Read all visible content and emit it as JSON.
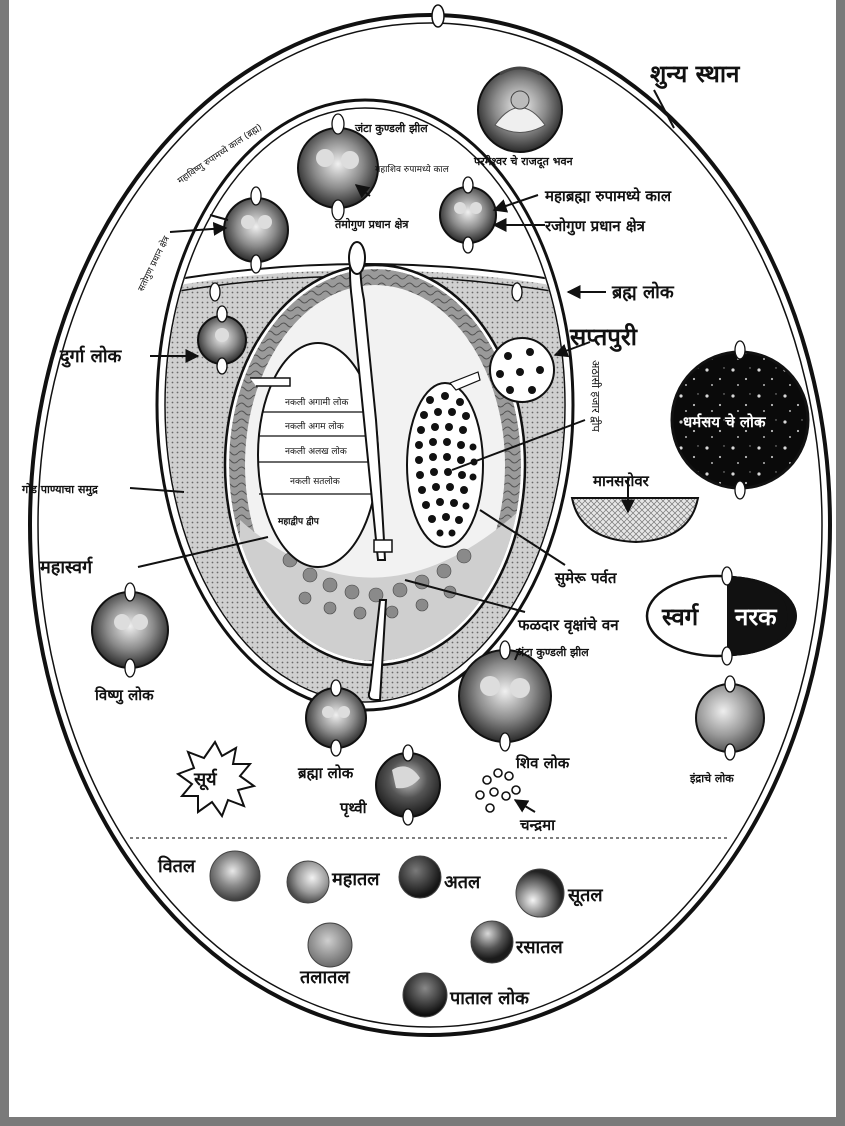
{
  "labels": {
    "shunya_sthan": "शुन्य स्थान",
    "parmeshwar_rajdoot_bhavan": "परमेश्वर चे राजदूत भवन",
    "jata_kundali_jheel_top": "जंटा कुण्डली झील",
    "mahashiv_kaal": "महाशिव रुपामध्ये काल",
    "tamogun_kshetra": "तमोगुण प्रधान क्षेत्र",
    "mahavishnu_kaal": "महाविष्णु रुपामध्ये काल (ब्रह्म)",
    "satogun_kshetra": "सतोगुण प्रधान क्षेत्र",
    "mahabrahma_kaal": "महाब्रह्मा रुपामध्ये काल",
    "rajogun_kshetra": "रजोगुण प्रधान क्षेत्र",
    "brahm_lok": "ब्रह्म लोक",
    "durga_lok": "दुर्गा लोक",
    "saptapuri": "सप्तपुरी",
    "athasi_hajar_dweep": "अठासी हजार द्वीप",
    "dharmaray_lok": "धर्मराय चे लोक",
    "naqli_akhami_lok": "नकली अगामी लोक",
    "naqli_agam_lok": "नकली अगम लोक",
    "naqli_alakh_lok": "नकली अलख लोक",
    "naqli_satlok": "नकली सतलोक",
    "mahadweep": "महाद्वीप द्वीप",
    "god_panyacha_samudra": "गोड पाण्याचा समुद्र",
    "mansarovar": "मानसरोवर",
    "mahaswarg": "महास्वर्ग",
    "sumeru_parvat": "सुमेरू पर्वत",
    "phaldar_van": "फळदार वृक्षांचे वन",
    "swarg": "स्वर्ग",
    "narak": "नरक",
    "jata_kundali_jheel_bottom": "जंटा कुण्डली झील",
    "vishnu_lok": "विष्णु लोक",
    "brahma_lok": "ब्रह्मा लोक",
    "shiv_lok": "शिव लोक",
    "indrache_lok": "इंद्राचे लोक",
    "surya": "सूर्य",
    "pruthvi": "पृथ्वी",
    "chandrama": "चन्द्रमा",
    "vital": "वितल",
    "mahatal": "महातल",
    "atal": "अतल",
    "sutal": "सूतल",
    "talatal": "तलातल",
    "rasatal": "रसातल",
    "patal_lok": "पाताल लोक"
  },
  "colors": {
    "frame": "#7a7a7a",
    "stroke": "#111111",
    "sea": "#bdbdbd",
    "dark": "#111111"
  }
}
